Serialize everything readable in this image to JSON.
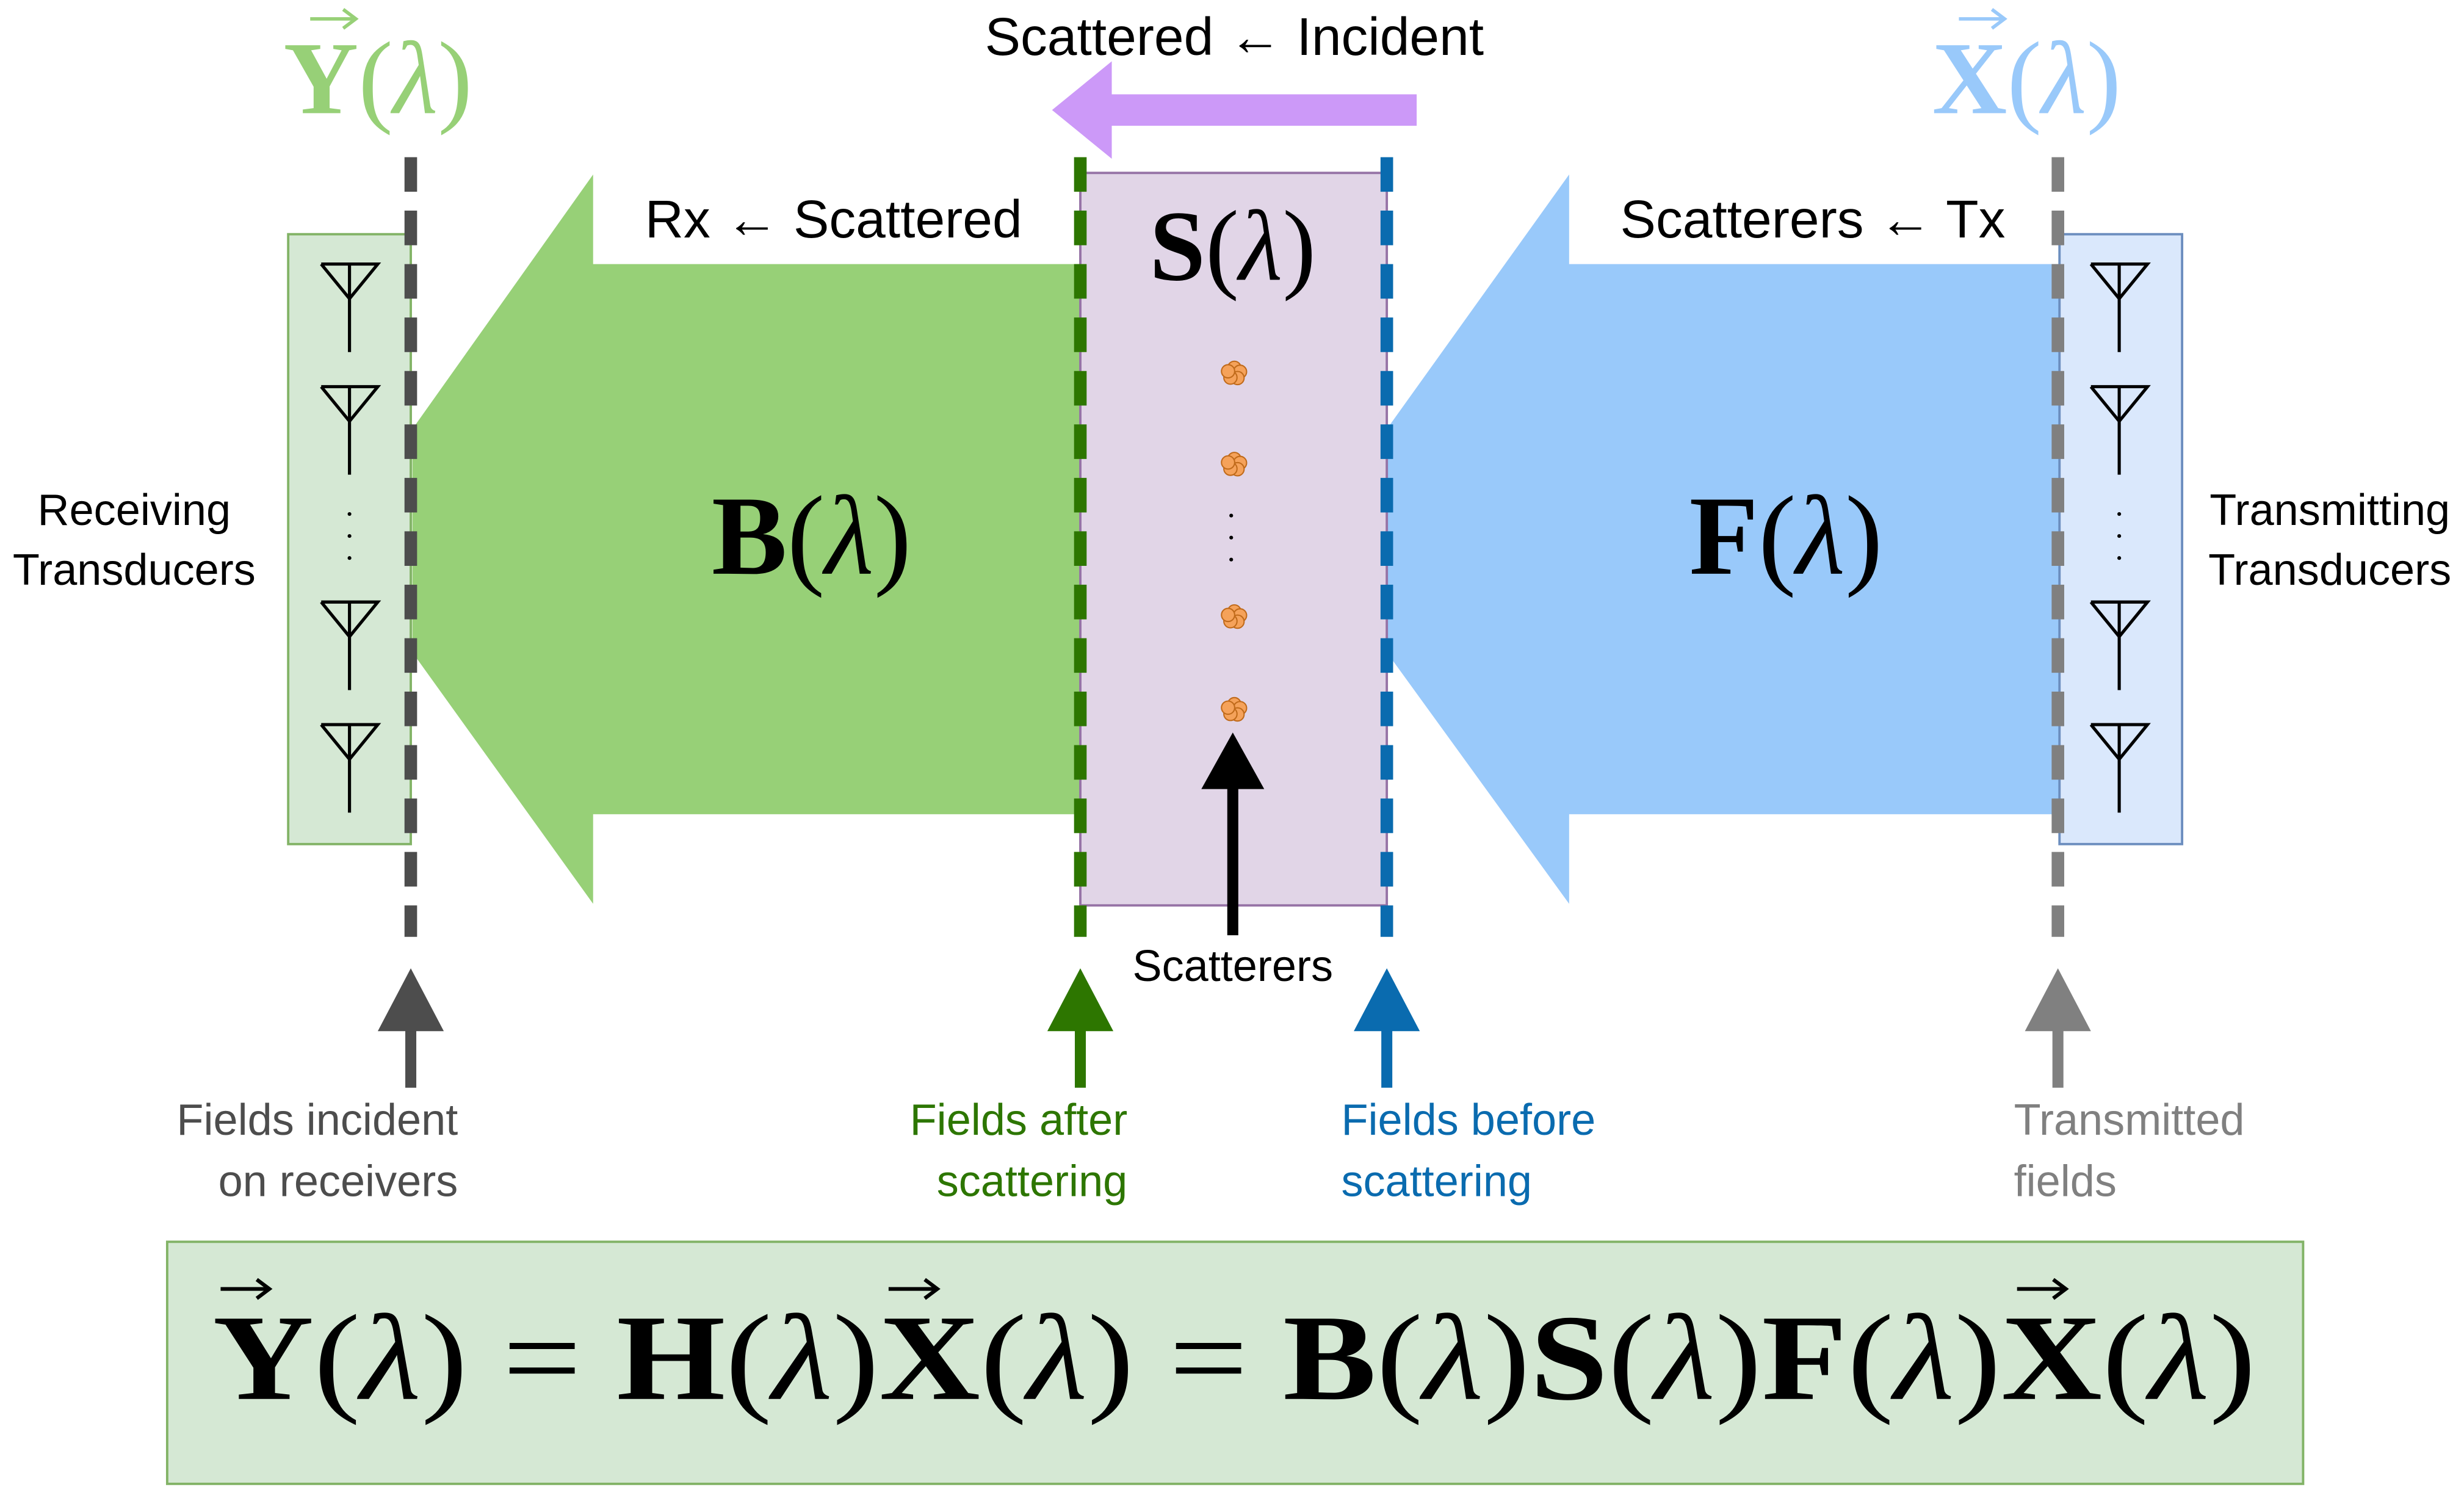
{
  "colors": {
    "green_arrow": "#97d077",
    "blue_arrow": "#99c9fa",
    "purple_arrow": "#cc99f8",
    "green_box_fill": "#d5e8d4",
    "green_box_stroke": "#82b366",
    "blue_box_fill": "#dae8fc",
    "blue_box_stroke": "#6c8ebf",
    "scatter_fill": "#e1d5e7",
    "scatter_stroke": "#9673a6",
    "dark_green": "#2d7600",
    "dark_blue": "#0a6baf",
    "dark_gray": "#4d4d4d",
    "mid_gray": "#808080",
    "scatterer_orange": "#f5a25a"
  },
  "icons": [
    "antenna-icon",
    "scatterer-icon"
  ],
  "top_labels": {
    "y_symbol": "Y",
    "x_symbol": "X",
    "lambda": "λ",
    "scattered_incident": "Scattered ← Incident"
  },
  "arrows": {
    "rx_scattered": "Rx ← Scattered",
    "scatterers_tx": "Scatterers ← Tx",
    "b_symbol": "B",
    "f_symbol": "F"
  },
  "scattering_region": {
    "symbol": "S",
    "pointer_label": "Scatterers"
  },
  "side_labels": {
    "receiving": [
      "Receiving",
      "Transducers"
    ],
    "transmitting": [
      "Transmitting",
      "Transducers"
    ]
  },
  "plane_labels": {
    "incident_receivers": [
      "Fields incident",
      "on receivers"
    ],
    "after_scattering": [
      "Fields after",
      "scattering"
    ],
    "before_scattering": [
      "Fields before",
      "scattering"
    ],
    "transmitted": [
      "Transmitted",
      "fields"
    ]
  },
  "equation": {
    "y": "Y",
    "h": "H",
    "x": "X",
    "b": "B",
    "s": "S",
    "f": "F",
    "lambda": "λ",
    "equals": "="
  }
}
